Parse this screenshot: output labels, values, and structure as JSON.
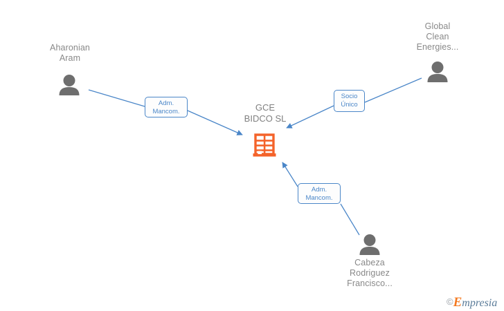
{
  "diagram": {
    "title": "GCE BIDCO SL corporate relationship chart",
    "background_color": "#ffffff",
    "accent_line_color": "#4a86c8",
    "company_icon_color": "#f4632a",
    "person_icon_color": "#6e6e6e",
    "node_text_color": "#888888"
  },
  "center_node": {
    "name": "GCE\nBIDCO  SL",
    "icon": "company-building-icon"
  },
  "person_nodes": [
    {
      "id": "aharonian-aram",
      "name": "Aharonian\nAram",
      "icon": "person-icon"
    },
    {
      "id": "global-clean-energies",
      "name": "Global\nClean\nEnergies...",
      "icon": "person-icon"
    },
    {
      "id": "cabeza-rodriguez-francisco",
      "name": "Cabeza\nRodriguez\nFrancisco...",
      "icon": "person-icon"
    }
  ],
  "edges": [
    {
      "id": "edge-aharonian",
      "from": "aharonian-aram",
      "to": "gce-bidco-sl",
      "label": "Adm.\nMancom."
    },
    {
      "id": "edge-global",
      "from": "global-clean-energies",
      "to": "gce-bidco-sl",
      "label": "Socio\nÚnico"
    },
    {
      "id": "edge-cabeza",
      "from": "cabeza-rodriguez-francisco",
      "to": "gce-bidco-sl",
      "label": "Adm.\nMancom."
    }
  ],
  "watermark": {
    "copyright": "©",
    "brand_initial": "E",
    "brand_rest": "mpresia"
  }
}
